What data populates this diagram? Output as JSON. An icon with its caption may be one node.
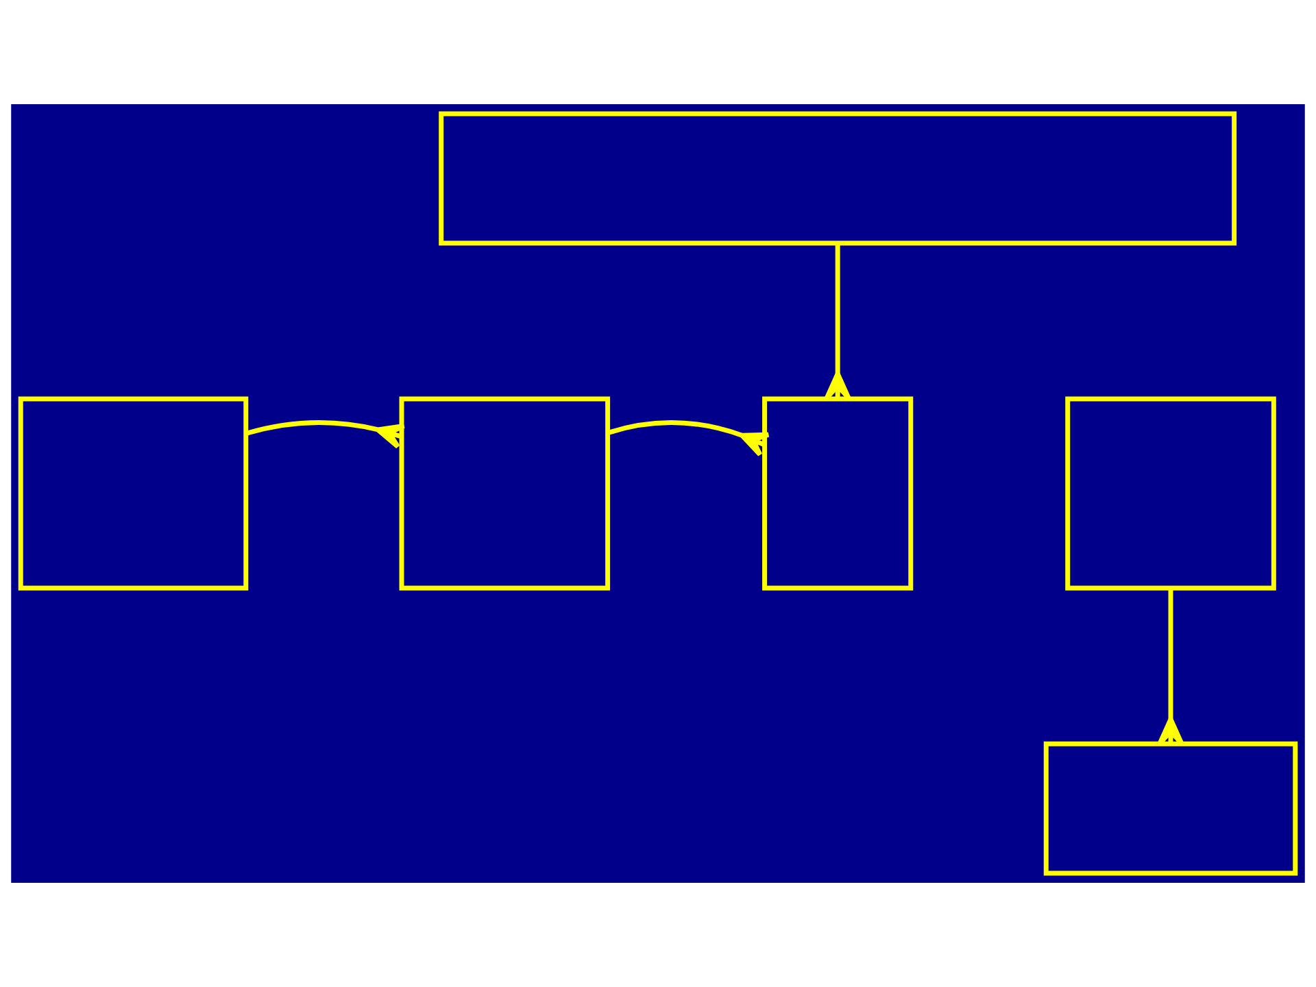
{
  "diagram": {
    "nodes": [
      {
        "text": [],
        "shape": "box"
      },
      {
        "text": [],
        "shape": "box"
      },
      {
        "text": [],
        "shape": "box"
      },
      {
        "text": [],
        "shape": "box"
      },
      {
        "text": [],
        "shape": "box"
      },
      {
        "text": [],
        "shape": "box"
      }
    ],
    "edges": [
      {
        "from": 0,
        "to": 3,
        "arrow": "other"
      },
      {
        "from": 1,
        "to": 2,
        "arrow": "other"
      },
      {
        "from": 2,
        "to": 3,
        "arrow": "other"
      },
      {
        "from": 4,
        "to": 5,
        "arrow": "other"
      }
    ]
  }
}
